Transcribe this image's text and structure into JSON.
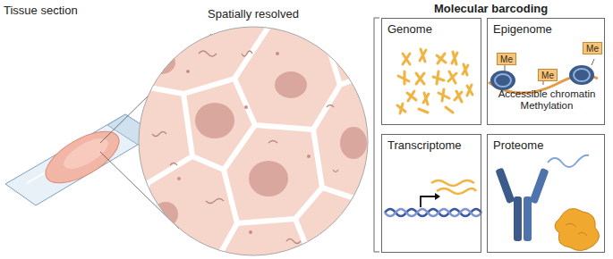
{
  "diagram": {
    "title": "Molecular barcoding",
    "nodes": [
      {
        "text": [
          "Genome"
        ]
      },
      {
        "text": [
          "Epigenome",
          "Accessible chromatin Methylation"
        ]
      },
      {
        "text": [
          "Me"
        ],
        "in": 1
      },
      {
        "text": [
          "Me"
        ],
        "in": 1
      },
      {
        "text": [
          "Me"
        ],
        "in": 1
      },
      {
        "text": [
          "Transcriptome"
        ]
      },
      {
        "text": [
          "Proteome"
        ]
      }
    ],
    "labels": [
      "Tissue section",
      "Spatially resolved"
    ]
  }
}
